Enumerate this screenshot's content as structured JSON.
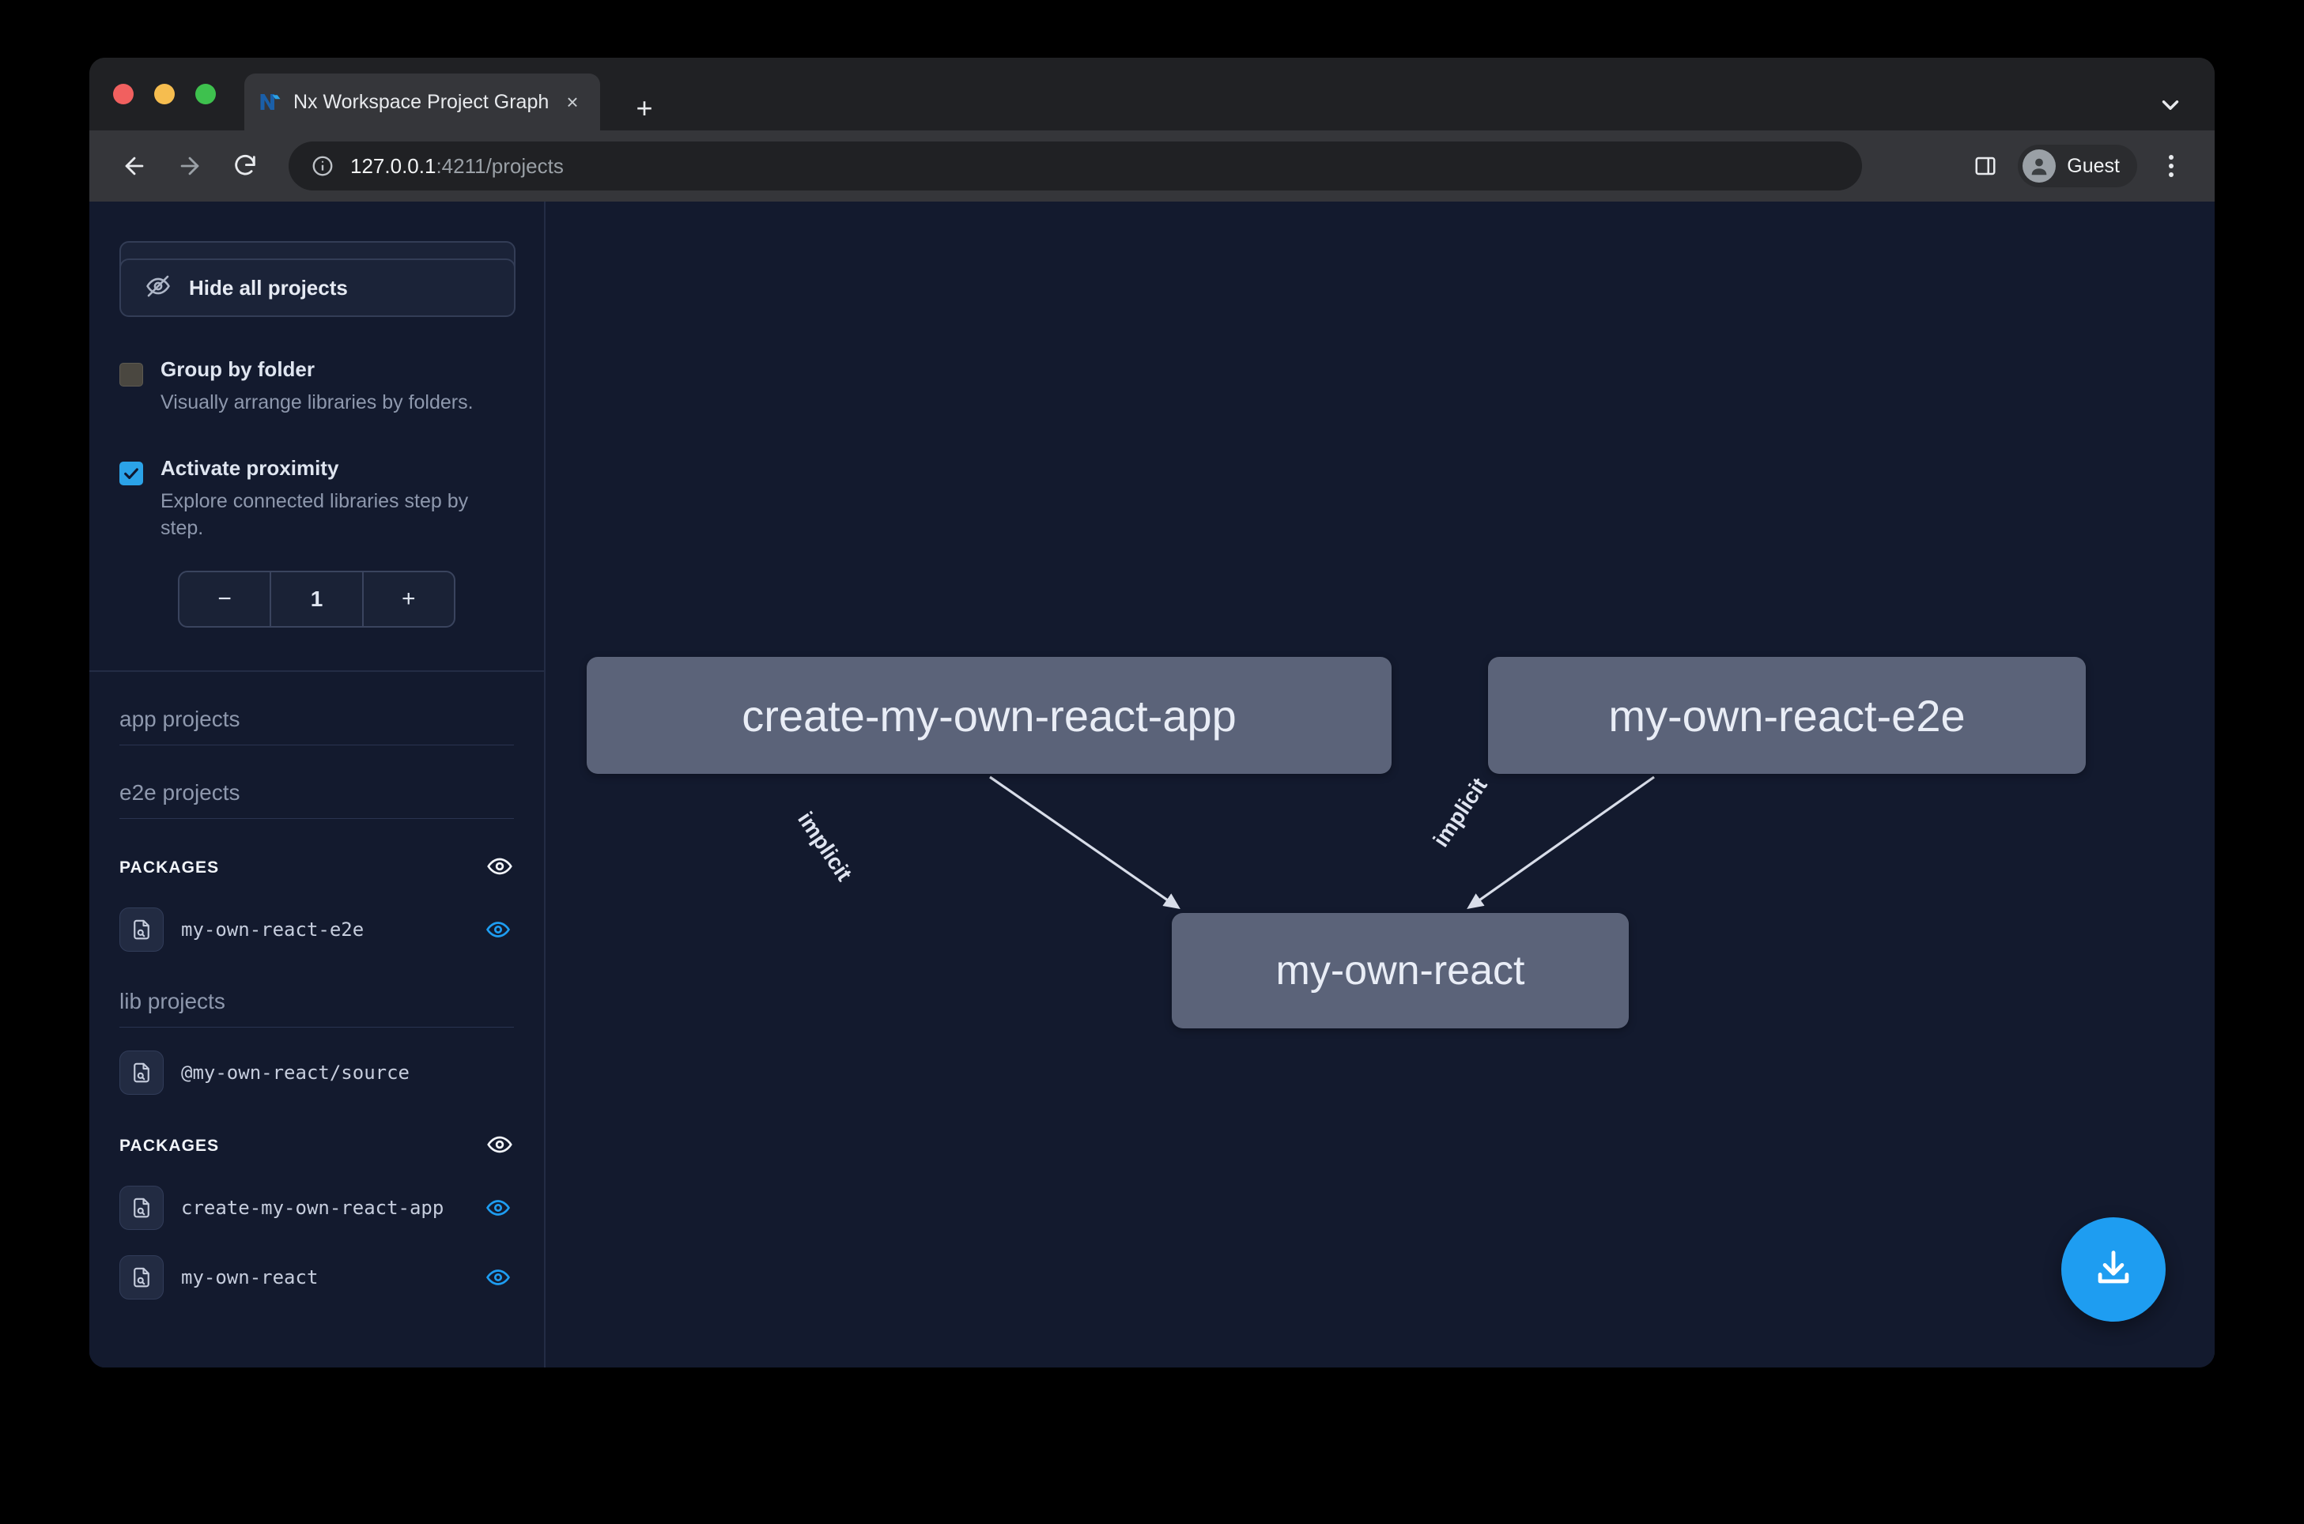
{
  "browser": {
    "tab": {
      "title": "Nx Workspace Project Graph",
      "favicon": "nx-logo-icon",
      "close_label": "×"
    },
    "new_tab_label": "+",
    "tab_search_icon": "chevron-down-icon",
    "toolbar": {
      "back_icon": "arrow-left-icon",
      "forward_icon": "arrow-right-icon",
      "reload_icon": "reload-icon",
      "info_icon": "info-circle-icon",
      "url_host": "127.0.0.1",
      "url_path": ":4211/projects",
      "side_panel_icon": "side-panel-icon",
      "profile_label": "Guest",
      "avatar_icon": "person-icon",
      "menu_icon": "kebab-menu-icon"
    }
  },
  "sidebar": {
    "hide_all_button": {
      "label": "Hide all projects",
      "icon": "eye-off-icon"
    },
    "options": [
      {
        "label": "Group by folder",
        "description": "Visually arrange libraries by folders.",
        "checked": false
      },
      {
        "label": "Activate proximity",
        "description": "Explore connected libraries step by step.",
        "checked": true
      }
    ],
    "stepper": {
      "decrement": "−",
      "value": "1",
      "increment": "+"
    },
    "groups": [
      {
        "heading": "app projects"
      },
      {
        "heading": "e2e projects"
      }
    ],
    "sections": [
      {
        "title": "PACKAGES",
        "eye_icon": "eye-icon",
        "items": [
          {
            "name": "my-own-react-e2e",
            "icon": "file-search-icon",
            "visible": true
          }
        ]
      }
    ],
    "lib_heading": "lib projects",
    "lib_items": [
      {
        "name": "@my-own-react/source",
        "icon": "file-search-icon",
        "visible": false
      }
    ],
    "packages_section_2": {
      "title": "PACKAGES",
      "eye_icon": "eye-icon",
      "items": [
        {
          "name": "create-my-own-react-app",
          "icon": "file-search-icon",
          "visible": true
        },
        {
          "name": "my-own-react",
          "icon": "file-search-icon",
          "visible": true
        }
      ]
    }
  },
  "graph": {
    "nodes": [
      {
        "id": "create-my-own-react-app",
        "label": "create-my-own-react-app"
      },
      {
        "id": "my-own-react-e2e",
        "label": "my-own-react-e2e"
      },
      {
        "id": "my-own-react",
        "label": "my-own-react"
      }
    ],
    "edges": [
      {
        "from": "create-my-own-react-app",
        "to": "my-own-react",
        "label": "implicit"
      },
      {
        "from": "my-own-react-e2e",
        "to": "my-own-react",
        "label": "implicit"
      }
    ],
    "download_button": {
      "icon": "download-icon"
    }
  },
  "colors": {
    "accent": "#1e9df1",
    "node_fill": "#5b6379",
    "canvas_bg": "#131a2e",
    "checkbox_on": "#2ba3e8"
  }
}
